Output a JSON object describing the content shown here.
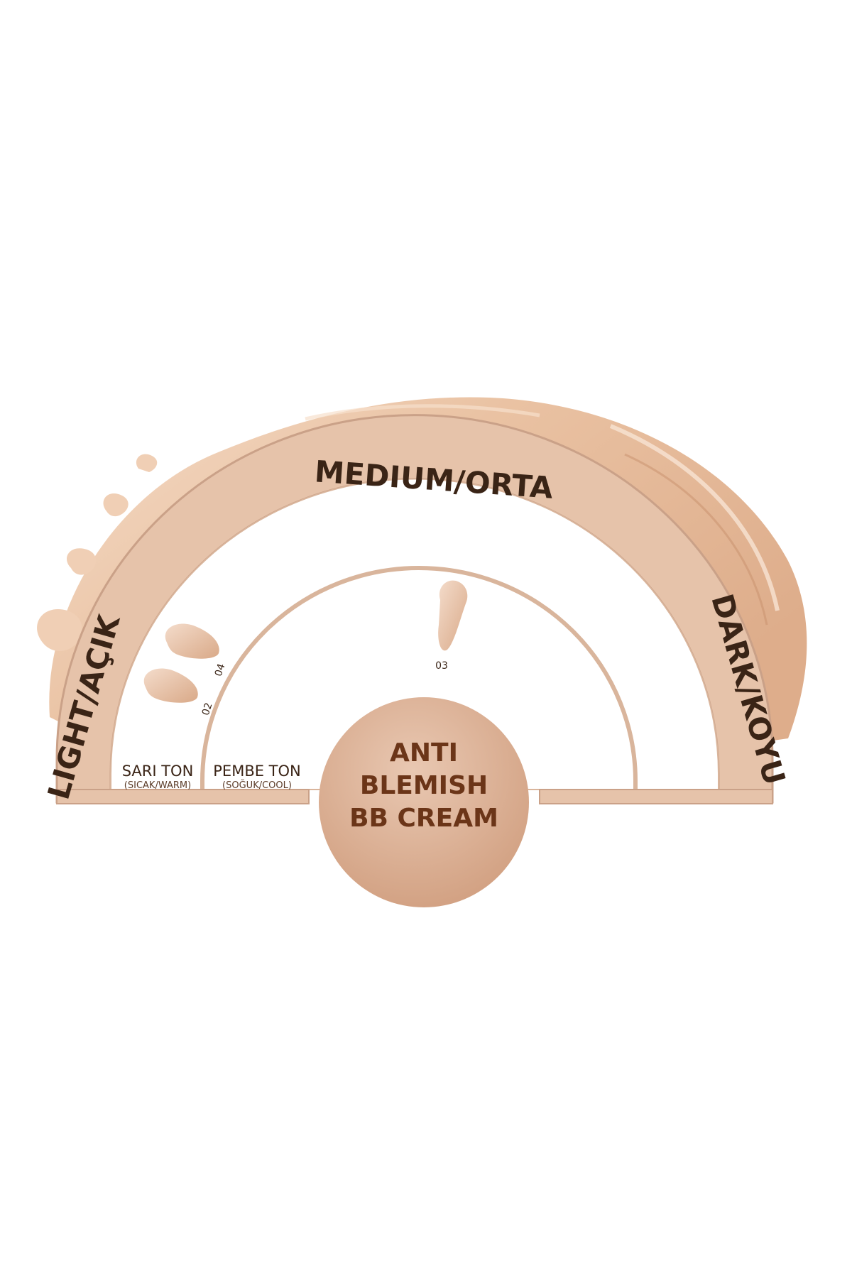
{
  "product": {
    "name_lines": [
      "ANTI",
      "BLEMISH",
      "BB CREAM"
    ]
  },
  "outer_arch": {
    "left_label": "LIGHT/AÇIK",
    "top_label": "MEDIUM/ORTA",
    "right_label": "DARK/KOYU"
  },
  "inner_sections": {
    "warm": {
      "title": "SARI TON",
      "subtitle": "(SICAK/WARM)"
    },
    "cool": {
      "title": "PEMBE TON",
      "subtitle": "(SOĞUK/COOL)"
    }
  },
  "shades": [
    {
      "code": "04",
      "color": "#e8c3a8"
    },
    {
      "code": "02",
      "color": "#ecc9b0"
    },
    {
      "code": "03",
      "color": "#e6b99b"
    }
  ],
  "colors": {
    "band": "#e7c4ab",
    "band_edge": "#c9a087",
    "inner_stroke": "#d9b59c",
    "smear_light": "#f2d2b8",
    "smear_mid": "#e9bf9d",
    "smear_dark": "#d9a57f",
    "circle": "#d8ac8f",
    "text_dark": "#3a2416",
    "text_product": "#6b3518",
    "text_small": "#5b3b27"
  }
}
